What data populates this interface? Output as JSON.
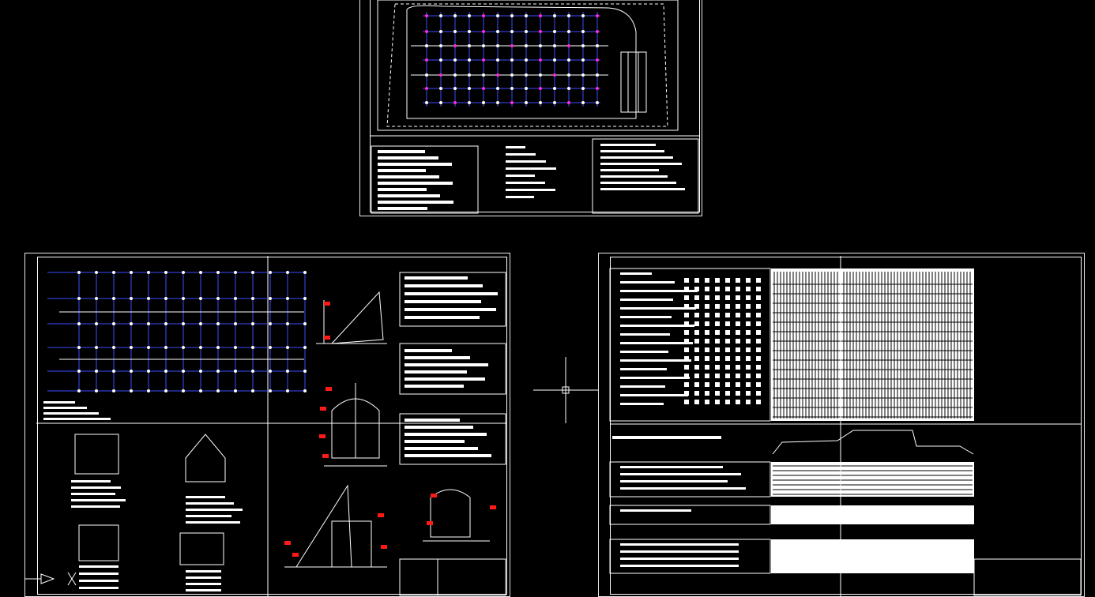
{
  "app": {
    "window_title": "",
    "sheets": [
      {
        "id": "sheet-site-plan",
        "kind": "general plan with legend tables"
      },
      {
        "id": "sheet-erection-plan",
        "kind": "erection scheme with crane details"
      },
      {
        "id": "sheet-schedule",
        "kind": "work schedule and labor chart"
      }
    ]
  },
  "colors": {
    "background": "#000000",
    "lines": "#ffffff",
    "grid_axis": "#3b4bff",
    "marker_red": "#ff1a1a",
    "marker_magenta": "#ff2bd6",
    "crosshair": "#ffffff"
  },
  "icons": {
    "cursor": "crosshair-icon",
    "ucs": "ucs-icon"
  }
}
